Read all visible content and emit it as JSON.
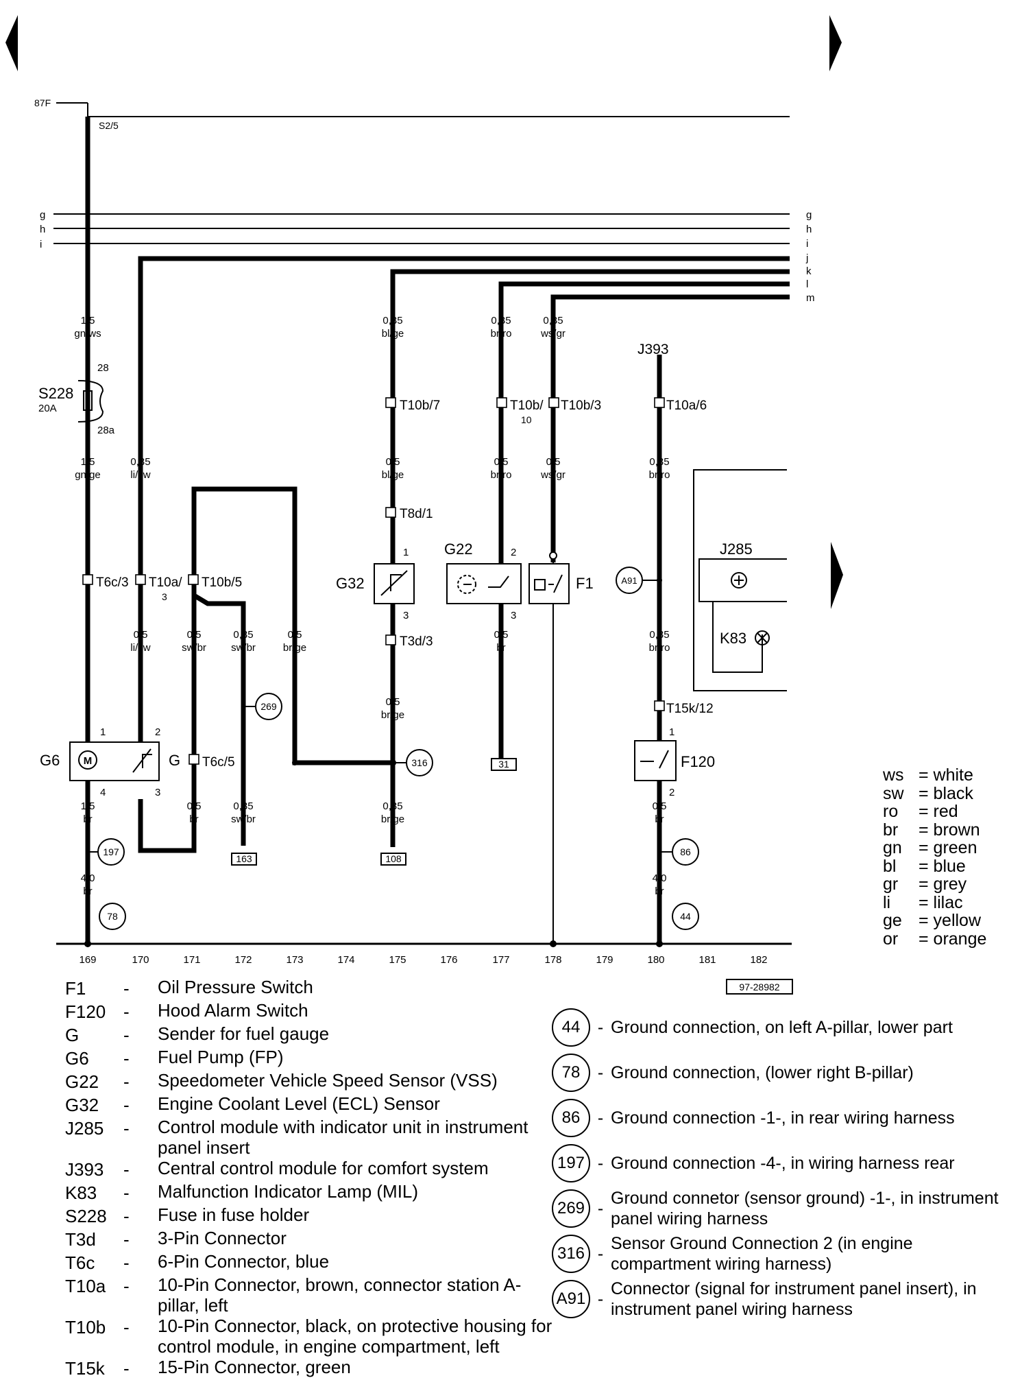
{
  "terminals": {
    "t87f": "87F",
    "s2_5": "S2/5",
    "left_letters": [
      "g",
      "h",
      "i"
    ],
    "right_letters": [
      "g",
      "h",
      "i",
      "j",
      "k",
      "l",
      "m"
    ]
  },
  "wires": {
    "w1": [
      "1,5",
      "gn/ws"
    ],
    "w2": [
      "1,5",
      "gn/ge"
    ],
    "w3": [
      "0,35",
      "li/sw"
    ],
    "w4": [
      "0,35",
      "bl/ge"
    ],
    "w5": [
      "0,35",
      "br/ro"
    ],
    "w6": [
      "0,35",
      "ws/gr"
    ],
    "w7": [
      "0,5",
      "bl/ge"
    ],
    "w8": [
      "0,5",
      "br/ro"
    ],
    "w9": [
      "0,5",
      "ws/gr"
    ],
    "w10": [
      "0,35",
      "br/ro"
    ],
    "w11": [
      "0,5",
      "li/sw"
    ],
    "w12": [
      "0,5",
      "sw/br"
    ],
    "w13": [
      "0,35",
      "sw/br"
    ],
    "w14": [
      "0,5",
      "br/ge"
    ],
    "w15": [
      "0,5",
      "br"
    ],
    "w16": [
      "0,35",
      "br/ro"
    ],
    "w17": [
      "0,5",
      "br/ge"
    ],
    "w18": [
      "1,5",
      "br"
    ],
    "w19": [
      "0,5",
      "br"
    ],
    "w20": [
      "0,35",
      "sw/br"
    ],
    "w21": [
      "0,35",
      "br/ge"
    ],
    "w22": [
      "0,5",
      "br"
    ],
    "w23": [
      "4,0",
      "br"
    ],
    "w24": [
      "4,0",
      "br"
    ]
  },
  "components": {
    "s228": "S228",
    "s228_rating": "20A",
    "pin28": "28",
    "pin28a": "28a",
    "t10b7": "T10b/7",
    "t10b10": "T10b/",
    "t10b10_n": "10",
    "t10b3": "T10b/3",
    "t10a6": "T10a/6",
    "j393": "J393",
    "t8d1": "T8d/1",
    "g32": "G32",
    "t3d3": "T3d/3",
    "g22": "G22",
    "f1": "F1",
    "a91": "A91",
    "j285": "J285",
    "k83": "K83",
    "t6c3": "T6c/3",
    "t10a3": "T10a/",
    "t10a3_n": "3",
    "t10b5": "T10b/5",
    "g269": "269",
    "g316": "316",
    "t15k12": "T15k/12",
    "f120": "F120",
    "g6": "G6",
    "g": "G",
    "t6c5": "T6c/5",
    "g197": "197",
    "g86": "86",
    "g78": "78",
    "g44": "44",
    "box31": "31",
    "box163": "163",
    "box108": "108",
    "pin1": "1",
    "pin2": "2",
    "pin3": "3",
    "pin4": "4",
    "motor": "M",
    "figure_code": "97-28982"
  },
  "columns": [
    "169",
    "170",
    "171",
    "172",
    "173",
    "174",
    "175",
    "176",
    "177",
    "178",
    "179",
    "180",
    "181",
    "182"
  ],
  "color_key": [
    {
      "code": "ws",
      "name": "= white"
    },
    {
      "code": "sw",
      "name": "= black"
    },
    {
      "code": "ro",
      "name": "= red"
    },
    {
      "code": "br",
      "name": "= brown"
    },
    {
      "code": "gn",
      "name": "= green"
    },
    {
      "code": "bl",
      "name": "= blue"
    },
    {
      "code": "gr",
      "name": "= grey"
    },
    {
      "code": "li",
      "name": "= lilac"
    },
    {
      "code": "ge",
      "name": "= yellow"
    },
    {
      "code": "or",
      "name": "= orange"
    }
  ],
  "legend": [
    {
      "code": "F1",
      "desc": "Oil Pressure Switch"
    },
    {
      "code": "F120",
      "desc": "Hood Alarm Switch"
    },
    {
      "code": "G",
      "desc": "Sender for fuel gauge"
    },
    {
      "code": "G6",
      "desc": "Fuel Pump (FP)"
    },
    {
      "code": "G22",
      "desc": "Speedometer Vehicle Speed Sensor (VSS)"
    },
    {
      "code": "G32",
      "desc": "Engine Coolant Level (ECL) Sensor"
    },
    {
      "code": "J285",
      "desc": "Control module with indicator unit in instrument panel insert"
    },
    {
      "code": "J393",
      "desc": "Central control module for comfort system"
    },
    {
      "code": "K83",
      "desc": "Malfunction Indicator Lamp (MIL)"
    },
    {
      "code": "S228",
      "desc": "Fuse in fuse holder"
    },
    {
      "code": "T3d",
      "desc": "3-Pin Connector"
    },
    {
      "code": "T6c",
      "desc": "6-Pin Connector, blue"
    },
    {
      "code": "T10a",
      "desc": "10-Pin Connector, brown, connector station A-pillar, left"
    },
    {
      "code": "T10b",
      "desc": "10-Pin Connector, black, on protective housing for control module, in engine compartment, left"
    },
    {
      "code": "T15k",
      "desc": "15-Pin Connector, green"
    }
  ],
  "grounds": [
    {
      "id": "44",
      "desc": "Ground connection, on left A-pillar, lower part"
    },
    {
      "id": "78",
      "desc": "Ground connection, (lower right B-pillar)"
    },
    {
      "id": "86",
      "desc": "Ground connection -1-, in rear wiring harness"
    },
    {
      "id": "197",
      "desc": "Ground connection -4-, in wiring harness rear"
    },
    {
      "id": "269",
      "desc": "Ground connetor (sensor ground) -1-, in instrument panel wiring harness"
    },
    {
      "id": "316",
      "desc": "Sensor Ground Connection 2 (in engine compartment wiring harness)"
    },
    {
      "id": "A91",
      "desc": "Connector (signal for instrument panel insert), in instrument panel wiring harness"
    }
  ]
}
